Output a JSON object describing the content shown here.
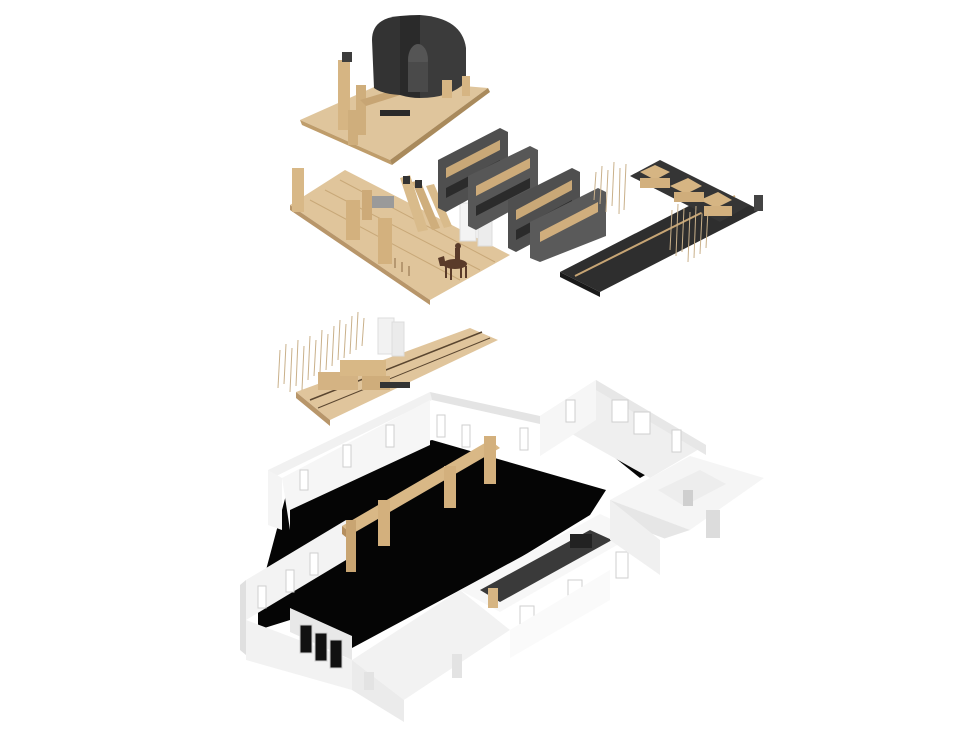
{
  "diagram": {
    "kind": "exploded-axonometric",
    "labels": [],
    "palette": {
      "background": "#ffffff",
      "wood_light": "#e3c9a0",
      "wood_mid": "#d4b17f",
      "wood_dark": "#b89462",
      "slate": "#4a4a4a",
      "slate_dark": "#2b2b2b",
      "slate_light": "#6a6a6a",
      "wall_white": "#f7f7f7",
      "wall_shade": "#e2e2e2",
      "floor_black": "#050505",
      "reed": "#c9b08a"
    },
    "layers": [
      "pavilion-layer",
      "exhibition-layer",
      "platform-layer",
      "building-shell-layer"
    ]
  }
}
